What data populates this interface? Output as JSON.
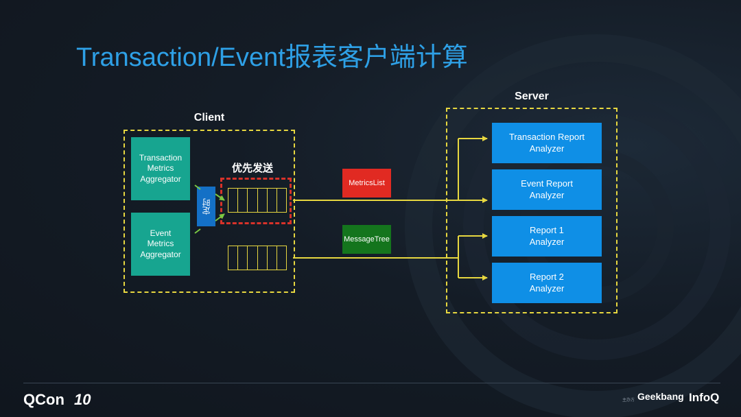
{
  "title": "Transaction/Event报表客户端计算",
  "client": {
    "label": "Client",
    "aggregators": [
      {
        "label": "Transaction\nMetrics\nAggregator"
      },
      {
        "label": "Event\nMetrics\nAggregator"
      }
    ],
    "timer_label": "定时",
    "priority_label": "优先发送"
  },
  "messages": {
    "metrics_list": "MetricsList",
    "message_tree": "MessageTree"
  },
  "server": {
    "label": "Server",
    "analyzers": [
      {
        "label": "Transaction Report\nAnalyzer"
      },
      {
        "label": "Event Report\nAnalyzer"
      },
      {
        "label": "Report 1\nAnalyzer"
      },
      {
        "label": "Report 2\nAnalyzer"
      }
    ]
  },
  "footer": {
    "brand": "QCon",
    "edition": "10",
    "organizer": "主办方",
    "sponsor": "Geekbang",
    "media": "InfoQ"
  },
  "colors": {
    "title": "#2ea0e6",
    "dashed_border": "#e8d840",
    "aggregator": "#17a590",
    "analyzer": "#0f8fe6",
    "timer": "#1470c6",
    "metrics_list": "#e12a22",
    "message_tree": "#14751d",
    "priority_border": "#d8322a",
    "green_arrow": "#7ac943"
  }
}
